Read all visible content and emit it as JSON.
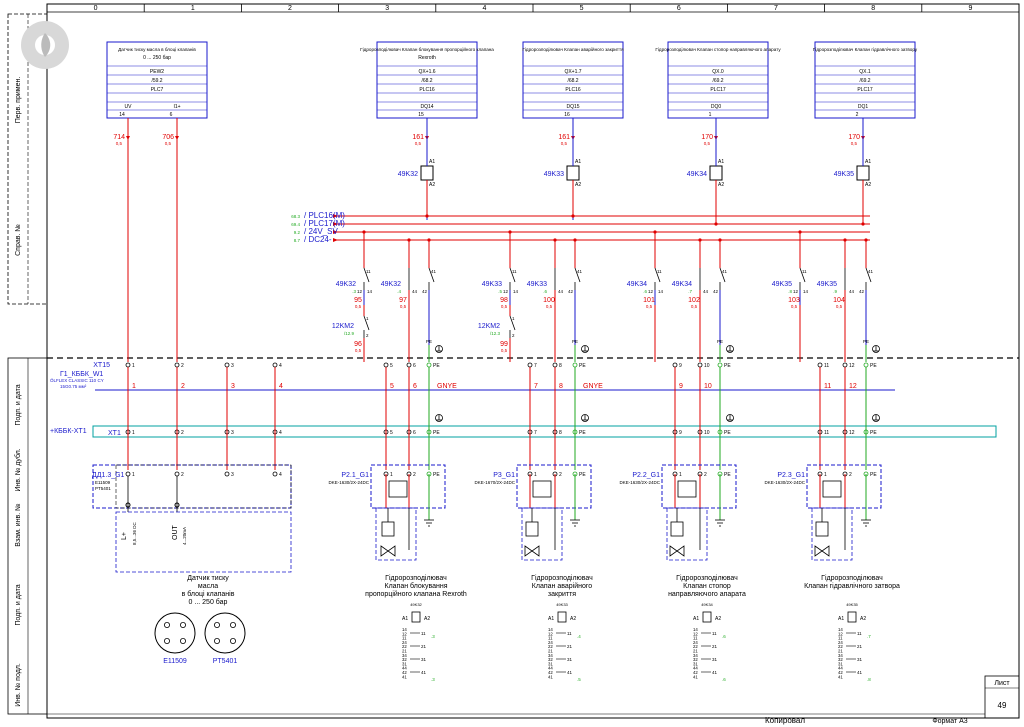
{
  "columns": [
    "0",
    "1",
    "2",
    "3",
    "4",
    "5",
    "6",
    "7",
    "8",
    "9"
  ],
  "side_labels": [
    "Перв. примен.",
    "Справ. №",
    "Подп. и дата",
    "Инв. № дубл.",
    "Взам. инв. №",
    "Подп. и дата",
    "Инв. № подл."
  ],
  "title_block": {
    "list_label": "Лист",
    "page": "49",
    "copied": "Копировал",
    "format": "Формат  A3"
  },
  "plc_boxes": [
    {
      "title": "Датчик тиску масла в блоці клапанів",
      "subtitle": "0 ... 250 бар",
      "rows": [
        "PEW2",
        "/59.2",
        "PLC7"
      ],
      "pins": [
        "UV",
        "I1+"
      ],
      "pin_nums": [
        "14",
        "6"
      ]
    },
    {
      "title": "Гідророзподілювач Клапан блокування пропорційного клапана",
      "subtitle": "Rexroth",
      "rows": [
        "QX+1.6",
        "/68.2",
        "PLC16"
      ],
      "pins": [
        "DQ14"
      ],
      "pin_nums": [
        "15"
      ]
    },
    {
      "title": "Гідророзподілювач Клапан аварійного закриття",
      "subtitle": "",
      "rows": [
        "QX+1.7",
        "/68.2",
        "PLC16"
      ],
      "pins": [
        "DQ15"
      ],
      "pin_nums": [
        "16"
      ]
    },
    {
      "title": "Гідророзподілювач Клапан стопор направляючого апарату",
      "subtitle": "",
      "rows": [
        "QX.0",
        "/69.2",
        "PLC17"
      ],
      "pins": [
        "DQ0"
      ],
      "pin_nums": [
        "1"
      ]
    },
    {
      "title": "Гідророзподілювач Клапан гідравлічного затвору",
      "subtitle": "",
      "rows": [
        "QX.1",
        "/69.2",
        "PLC17"
      ],
      "pins": [
        "DQ1"
      ],
      "pin_nums": [
        "2"
      ]
    }
  ],
  "top_wires": [
    {
      "num": "714",
      "sec": "0,5"
    },
    {
      "num": "706",
      "sec": "0,5"
    },
    {
      "num": "161",
      "sec": "0,5"
    },
    {
      "num": "161",
      "sec": "0,5"
    },
    {
      "num": "170",
      "sec": "0,5"
    },
    {
      "num": "170",
      "sec": "0,5"
    }
  ],
  "relays": [
    "49K32",
    "49K33",
    "49K34",
    "49K35"
  ],
  "relay_pins": [
    "A1",
    "A2"
  ],
  "buses": [
    {
      "ref": "68.3",
      "label": "PLC16(M)"
    },
    {
      "ref": "69.4",
      "label": "PLC17(M)"
    },
    {
      "ref": "9.2",
      "label": "24V_SV"
    },
    {
      "ref": "8.7",
      "label": "DC24-"
    }
  ],
  "contact_groups": [
    {
      "left": "49K32",
      "left_ref": ".3",
      "right": "49K32",
      "right_ref": ".4",
      "w1": "95",
      "w2": "97",
      "wire_sec": "0,5",
      "breaker": "12KM2",
      "breaker_ref": "/12.9",
      "w3": "96"
    },
    {
      "left": "49K33",
      "left_ref": ".5",
      "right": "49K33",
      "right_ref": ".6",
      "w1": "98",
      "w2": "100",
      "wire_sec": "0,5",
      "breaker": "12KM2",
      "breaker_ref": "/12.3",
      "w3": "99"
    },
    {
      "left": "49K34",
      "left_ref": ".6",
      "right": "49K34",
      "right_ref": ".7",
      "w1": "101",
      "w2": "102",
      "wire_sec": "0,5",
      "breaker": "",
      "breaker_ref": "",
      "w3": ""
    },
    {
      "left": "49K35",
      "left_ref": ".8",
      "right": "49K35",
      "right_ref": ".9",
      "w1": "103",
      "w2": "104",
      "wire_sec": "0,5",
      "breaker": "",
      "breaker_ref": "",
      "w3": ""
    }
  ],
  "contact_pins": [
    "11",
    "12",
    "14",
    "41",
    "42",
    "44"
  ],
  "pe_label": "PE",
  "terminal_strip_top": {
    "name": "XT15",
    "nums": [
      "1",
      "2",
      "3",
      "4",
      "5",
      "6",
      "7",
      "8",
      "9",
      "10",
      "11",
      "12"
    ]
  },
  "cable": {
    "name": "Г1_КББК_W1",
    "type": "ÖLFLEX CLASSIC 110 CY",
    "section": "15G0.75 мм²",
    "cores": [
      "1",
      "2",
      "3",
      "4",
      "5",
      "6",
      "7",
      "8",
      "9",
      "10",
      "11",
      "12"
    ],
    "gnye": "GNYE"
  },
  "terminal_strip_bottom": {
    "mount": "+КББК-XT1",
    "name": "XT1"
  },
  "devices": [
    {
      "name": "ДД1.3_G1",
      "part1": "E11509",
      "part2": "PT5401"
    },
    {
      "name": "P2.1_G1",
      "part1": "DKE-1630/2X-24DC",
      "part2": ""
    },
    {
      "name": "P3_G1",
      "part1": "DKE-1670/2X-24DC",
      "part2": ""
    },
    {
      "name": "P2.2_G1",
      "part1": "DKE-1630/2X-24DC",
      "part2": ""
    },
    {
      "name": "P2.3_G1",
      "part1": "DKE-1630/2X-24DC",
      "part2": ""
    }
  ],
  "sensor": {
    "lplus": "L+",
    "lplus_range": "8,5...36 DC",
    "out": "OUT",
    "out_range": "4...20mA",
    "desc": [
      "Датчик тиску",
      "масла",
      "в блоці клапанів",
      "0 ... 250 бар"
    ],
    "connectors": [
      "E11509",
      "PT5401"
    ]
  },
  "valve_descriptions": [
    [
      "Гідророзподілювач",
      "Клапан блокування",
      "пропорційного клапана Rexroth"
    ],
    [
      "Гідророзподілювач",
      "Клапан аварійного",
      "закриття"
    ],
    [
      "Гідророзподілювач",
      "Клапан стопор",
      "направляючого апарата"
    ],
    [
      "Гідророзподілювач",
      "Клапан гідравлічного затвора"
    ]
  ],
  "relay_tables": [
    {
      "name": "49K32",
      "ref": ".3",
      "ref2": ".3"
    },
    {
      "name": "49K33",
      "ref": ".4",
      "ref2": ".5"
    },
    {
      "name": "49K34",
      "ref": ".6",
      "ref2": ".6"
    },
    {
      "name": "49K35",
      "ref": ".7",
      "ref2": ".8"
    }
  ],
  "relay_table_rows": [
    "A1",
    "14",
    "12",
    "11",
    "24",
    "22",
    "21",
    "34",
    "32",
    "31",
    "44",
    "42",
    "41"
  ],
  "colors": {
    "red": "#e00000",
    "blue": "#1a1acc",
    "green": "#22aa22",
    "cyan": "#00a0a0"
  }
}
